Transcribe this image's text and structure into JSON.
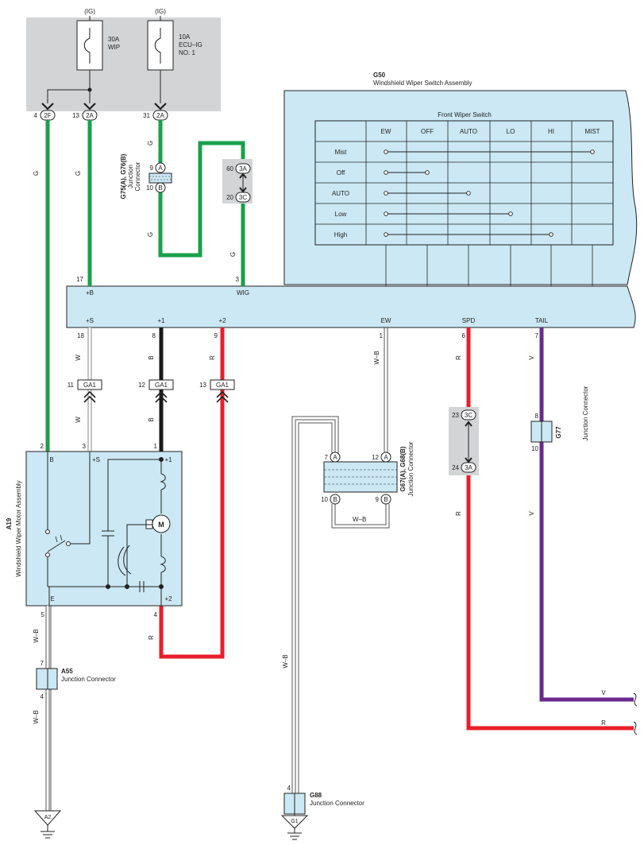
{
  "colors": {
    "green": "#1aa04a",
    "red": "#e81f2a",
    "violet": "#6a2a8c",
    "black": "#1a1a1a",
    "panel": "#cbe8f4",
    "fuse_box": "#d3d4d6",
    "connector_gray": "#d3d4d6"
  },
  "fuses": [
    {
      "source": "(IG)",
      "rating": "30A",
      "name1": "WIP",
      "name2": "",
      "name3": ""
    },
    {
      "source": "(IG)",
      "rating": "10A",
      "name1": "ECU–IG",
      "name2": "NO. 1",
      "name3": ""
    }
  ],
  "fuse_pins": [
    {
      "pin": "4",
      "conn": "2F"
    },
    {
      "pin": "13",
      "conn": "2A"
    },
    {
      "pin": "31",
      "conn": "2A"
    }
  ],
  "g50": {
    "code": "G50",
    "name": "Windshield Wiper Switch Assembly",
    "table_title": "Front Wiper Switch",
    "columns": [
      "EW",
      "OFF",
      "AUTO",
      "LO",
      "HI",
      "MIST"
    ],
    "rows": [
      "Mist",
      "Off",
      "AUTO",
      "Low",
      "High"
    ],
    "top_pins": [
      {
        "pin": "17",
        "label": "+B"
      },
      {
        "pin": "3",
        "label": "WIG"
      }
    ],
    "bottom_pins": [
      {
        "pin": "18",
        "label": "+S"
      },
      {
        "pin": "8",
        "label": "+1"
      },
      {
        "pin": "9",
        "label": "+2"
      },
      {
        "pin": "1",
        "label": "EW"
      },
      {
        "pin": "6",
        "label": "SPD"
      },
      {
        "pin": "7",
        "label": "TAIL"
      }
    ]
  },
  "junction_g75": {
    "code": "G75(A), G76(B)",
    "name1": "Junction",
    "name2": "Connector",
    "pin_top": "9",
    "letter_top": "A",
    "pin_bottom": "10",
    "letter_bottom": "B"
  },
  "conn_3a_3c": {
    "pin_top": "60",
    "conn_top": "3A",
    "pin_bottom": "20",
    "conn_bottom": "3C"
  },
  "ga1_connectors": [
    {
      "pin": "11",
      "name": "GA1"
    },
    {
      "pin": "12",
      "name": "GA1"
    },
    {
      "pin": "13",
      "name": "GA1"
    }
  ],
  "wire_colors": {
    "g1": "G",
    "g2": "G",
    "g3": "G",
    "g4": "G",
    "g5": "G",
    "w1": "W",
    "w2": "W",
    "b1": "B",
    "b2": "B",
    "r1": "R",
    "r2": "R",
    "wb1": "W–B",
    "wb2": "W–B",
    "wb3": "W–B",
    "wb4": "W–B",
    "wb5": "W–B",
    "spd1": "R",
    "spd2": "R",
    "spd3": "R",
    "v1": "V",
    "v2": "V",
    "v3": "V"
  },
  "a19": {
    "code": "A19",
    "name": "Windshield Wiper Motor Assembly",
    "pins_top": [
      {
        "pin": "2",
        "label": "B"
      },
      {
        "pin": "3",
        "label": "+S"
      },
      {
        "pin": "1",
        "label": "+1"
      }
    ],
    "pins_bottom": [
      {
        "pin": "5",
        "label": "E"
      },
      {
        "pin": "4",
        "label": "+2"
      }
    ],
    "motor": "M"
  },
  "g67": {
    "code": "G67(A), G68(B)",
    "name": "Junction Connector",
    "pin_a1": "7",
    "letter_a1": "A",
    "pin_a2": "12",
    "letter_a2": "A",
    "pin_b1": "10",
    "letter_b1": "B",
    "pin_b2": "9",
    "letter_b2": "B"
  },
  "conn_3c_3a": {
    "pin_top": "23",
    "conn_top": "3C",
    "pin_bottom": "24",
    "conn_bottom": "3A"
  },
  "g77": {
    "code": "G77",
    "name": "Junction Connector",
    "pin_top": "8",
    "pin_bottom": "10"
  },
  "a55": {
    "code": "A55",
    "name": "Junction Connector",
    "pin_top": "7",
    "pin_bottom": "4"
  },
  "g88": {
    "code": "G88",
    "name": "Junction Connector",
    "pin_top": "4"
  },
  "grounds": [
    {
      "name": "A2"
    },
    {
      "name": "G1"
    }
  ]
}
